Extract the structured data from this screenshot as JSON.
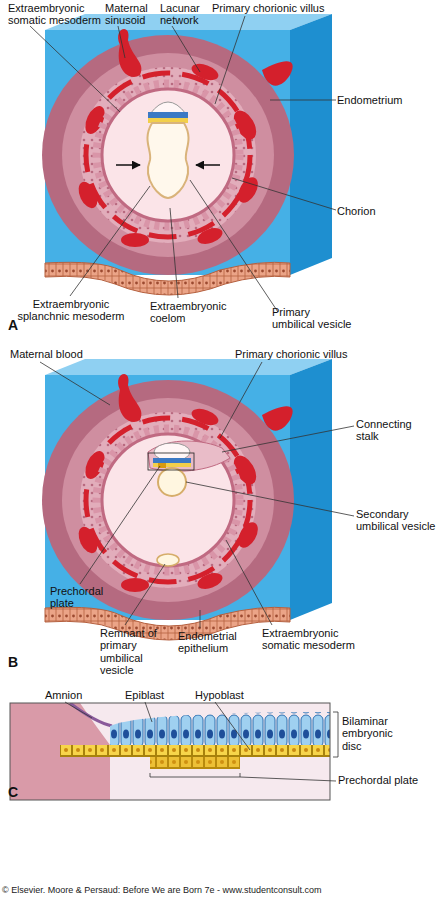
{
  "diagram": {
    "labels": [
      "Extraembryonic somatic mesoderm",
      "Maternal sinusoid",
      "Lacunar network",
      "Primary chorionic villus",
      "Endometrium",
      "Chorion",
      "Extraembryonic splanchnic mesoderm",
      "Extraembryonic coelom",
      "Primary umbilical vesicle",
      "A",
      "Maternal blood",
      "Primary chorionic villus",
      "Connecting stalk",
      "Secondary umbilical vesicle",
      "Prechordal plate",
      "Remnant of primary umbilical vesicle",
      "Endometrial epithelium",
      "Extraembryonic somatic mesoderm",
      "B",
      "Amnion",
      "Epiblast",
      "Hypoblast",
      "Bilaminar embryonic disc",
      "Prechordal plate",
      "C",
      "© Elsevier. Moore & Persaud: Before We are Born 7e - www.studentconsult.com"
    ]
  }
}
